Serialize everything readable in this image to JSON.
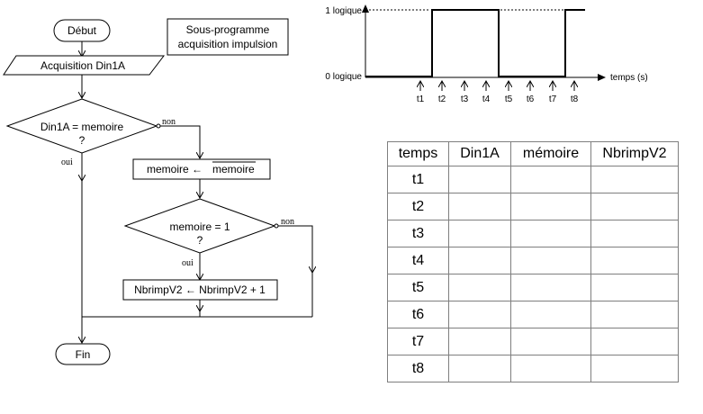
{
  "flowchart": {
    "start": "Début",
    "subprogram": [
      "Sous-programme",
      "acquisition impulsion"
    ],
    "input": "Acquisition Din1A",
    "decision1": [
      "Din1A = memoire",
      "?"
    ],
    "non1": "non",
    "oui1": "oui",
    "process1_left": "memoire ←",
    "process1_bar": "memoire",
    "decision2": [
      "memoire = 1",
      "?"
    ],
    "non2": "non",
    "oui2": "oui",
    "process2": "NbrimpV2 ← NbrimpV2 + 1",
    "end": "Fin"
  },
  "timing": {
    "level_high": "1 logique",
    "level_low": "0 logique",
    "axis_label": "temps (s)",
    "ticks": [
      "t1",
      "t2",
      "t3",
      "t4",
      "t5",
      "t6",
      "t7",
      "t8"
    ]
  },
  "table": {
    "headers": [
      "temps",
      "Din1A",
      "mémoire",
      "NbrimpV2"
    ],
    "rows": [
      [
        "t1",
        "",
        "",
        ""
      ],
      [
        "t2",
        "",
        "",
        ""
      ],
      [
        "t3",
        "",
        "",
        ""
      ],
      [
        "t4",
        "",
        "",
        ""
      ],
      [
        "t5",
        "",
        "",
        ""
      ],
      [
        "t6",
        "",
        "",
        ""
      ],
      [
        "t7",
        "",
        "",
        ""
      ],
      [
        "t8",
        "",
        "",
        ""
      ]
    ]
  }
}
